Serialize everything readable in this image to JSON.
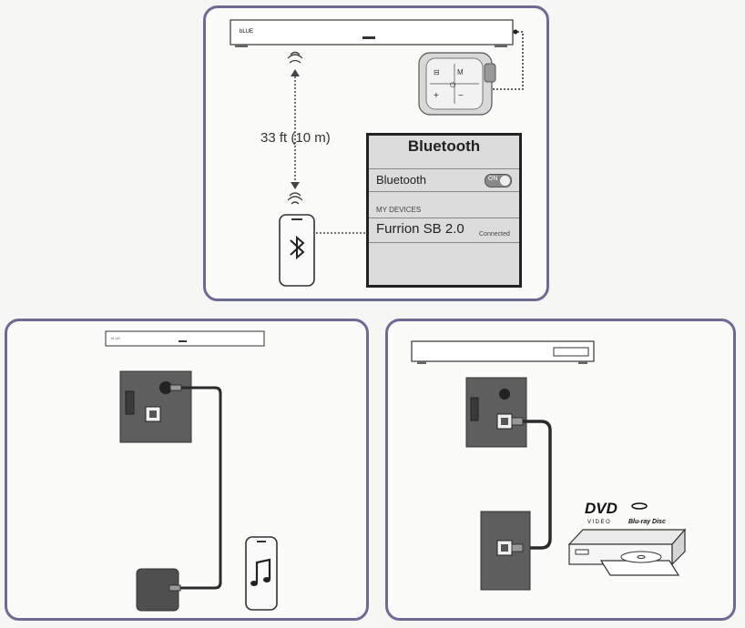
{
  "bluetooth_setup": {
    "distance_label": "33 ft (10 m)",
    "screen_title": "Bluetooth",
    "toggle_label": "Bluetooth",
    "toggle_state": "ON",
    "section_label": "MY DEVICES",
    "device_name": "Furrion SB 2.0",
    "device_status": "Connected"
  },
  "soundbar": {
    "brand_text": "bLUE"
  },
  "remote": {
    "buttons": [
      "⊟",
      "M",
      "⏻",
      "+",
      "−"
    ]
  },
  "disc_logos": {
    "dvd": "DVD",
    "dvd_sub": "VIDEO",
    "bluray": "Blu-ray Disc"
  },
  "icons": {
    "bluetooth": "bluetooth-icon",
    "music": "music-note-icon",
    "wireless": "wireless-signal-icon",
    "hand": "hand-pointer-icon"
  }
}
